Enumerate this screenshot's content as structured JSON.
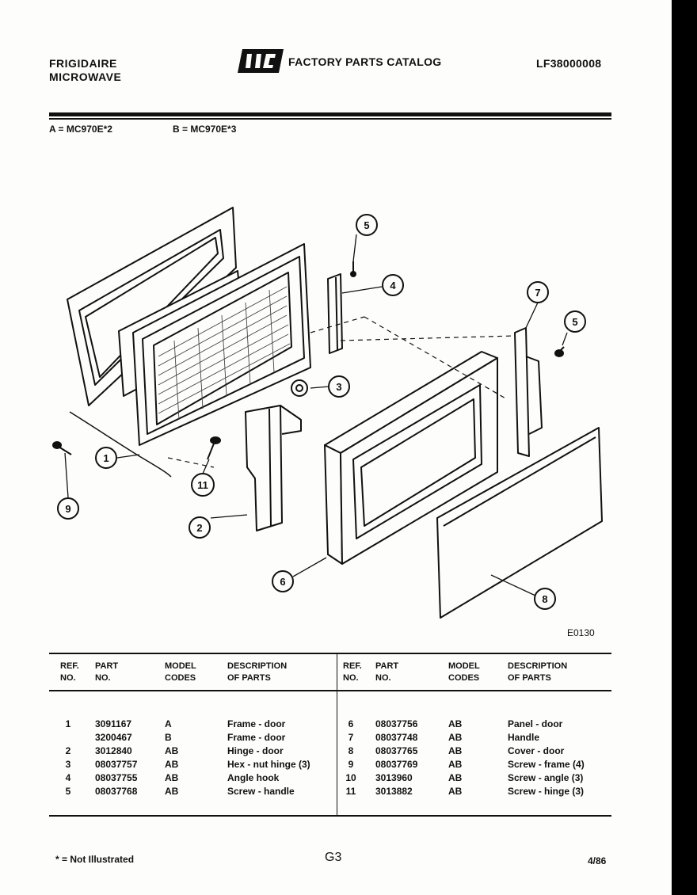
{
  "header": {
    "brand_line1": "FRIGIDAIRE",
    "brand_line2": "MICROWAVE",
    "catalog_title": "FACTORY PARTS CATALOG",
    "model_number": "LF38000008"
  },
  "variants": {
    "a": "A = MC970E*2",
    "b": "B = MC970E*3"
  },
  "diagram": {
    "callouts": [
      "1",
      "2",
      "3",
      "4",
      "5",
      "5",
      "6",
      "7",
      "8",
      "9",
      "11"
    ],
    "figure_code": "E0130"
  },
  "table": {
    "headers": {
      "ref_no": "REF.\nNO.",
      "part_no": "PART\nNO.",
      "model_codes": "MODEL\nCODES",
      "description": "DESCRIPTION\nOF PARTS"
    },
    "left_rows": [
      {
        "ref": "1",
        "part": "3091167",
        "codes": "A",
        "desc": "Frame - door"
      },
      {
        "ref": "",
        "part": "3200467",
        "codes": "B",
        "desc": "Frame - door"
      },
      {
        "ref": "2",
        "part": "3012840",
        "codes": "AB",
        "desc": "Hinge - door"
      },
      {
        "ref": "3",
        "part": "08037757",
        "codes": "AB",
        "desc": "Hex - nut hinge (3)"
      },
      {
        "ref": "4",
        "part": "08037755",
        "codes": "AB",
        "desc": "Angle hook"
      },
      {
        "ref": "5",
        "part": "08037768",
        "codes": "AB",
        "desc": "Screw - handle"
      }
    ],
    "right_rows": [
      {
        "ref": "6",
        "part": "08037756",
        "codes": "AB",
        "desc": "Panel - door"
      },
      {
        "ref": "7",
        "part": "08037748",
        "codes": "AB",
        "desc": "Handle"
      },
      {
        "ref": "8",
        "part": "08037765",
        "codes": "AB",
        "desc": "Cover - door"
      },
      {
        "ref": "9",
        "part": "08037769",
        "codes": "AB",
        "desc": "Screw - frame (4)"
      },
      {
        "ref": "10",
        "part": "3013960",
        "codes": "AB",
        "desc": "Screw - angle (3)"
      },
      {
        "ref": "11",
        "part": "3013882",
        "codes": "AB",
        "desc": "Screw - hinge (3)"
      }
    ]
  },
  "footer": {
    "note": "* = Not Illustrated",
    "page": "G3",
    "date": "4/86"
  }
}
